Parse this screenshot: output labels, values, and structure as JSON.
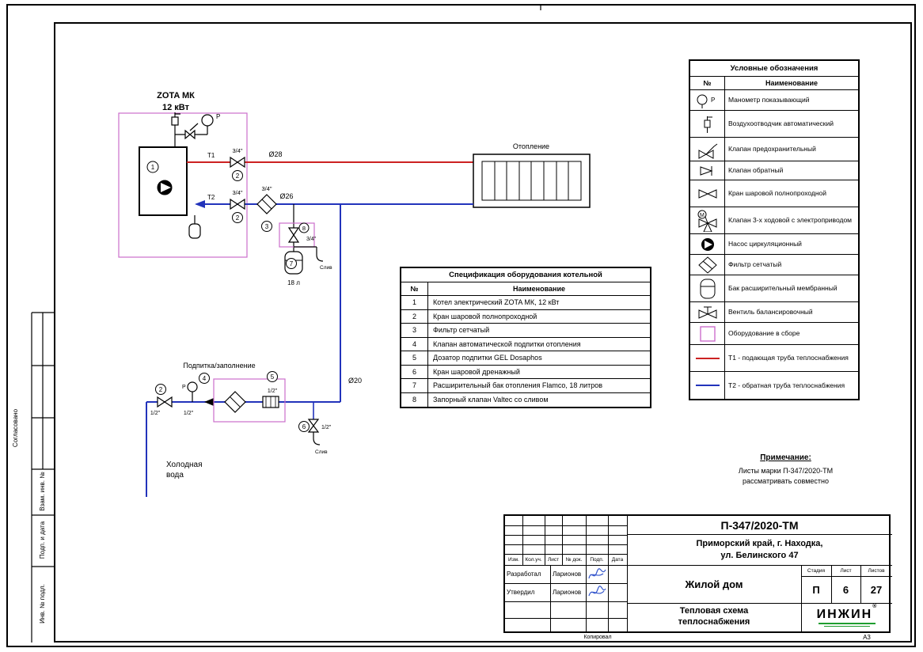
{
  "sidebar": {
    "items": [
      "Согласовано",
      "Взам. инв. №",
      "Подп. и дата",
      "Инв. № подл."
    ]
  },
  "schematic": {
    "boiler_model": "ZOTA МК",
    "boiler_power": "12 кВт",
    "t1": "Т1",
    "t2": "Т2",
    "heating": "Отопление",
    "makeup": "Подпитка/заполнение",
    "cold_water_1": "Холодная",
    "cold_water_2": "вода",
    "tank_volume": "18 л",
    "drain": "Слив",
    "dn28": "Ø28",
    "dn26": "Ø26",
    "dn20": "Ø20",
    "size_34": "3/4\"",
    "size_12": "1/2\"",
    "gauge_letter": "P",
    "callout_1": "1",
    "callout_2": "2",
    "callout_3": "3",
    "callout_4": "4",
    "callout_5": "5",
    "callout_6": "6",
    "callout_7": "7",
    "callout_8": "8"
  },
  "spec_table": {
    "title": "Спецификация оборудования котельной",
    "headers": [
      "№",
      "Наименование"
    ],
    "rows": [
      [
        "1",
        "Котел электрический ZOTA МК, 12 кВт"
      ],
      [
        "2",
        "Кран шаровой полнопроходной"
      ],
      [
        "3",
        "Фильтр сетчатый"
      ],
      [
        "4",
        "Клапан автоматической подпитки отопления"
      ],
      [
        "5",
        "Дозатор подпитки GEL Dosaphos"
      ],
      [
        "6",
        "Кран шаровой дренажный"
      ],
      [
        "7",
        "Расширительный бак отопления Flamco, 18 литров"
      ],
      [
        "8",
        "Запорный клапан Valtec со сливом"
      ]
    ]
  },
  "legend": {
    "title": "Условные обозначения",
    "headers": [
      "№",
      "Наименование"
    ],
    "motor_letter": "M",
    "rows": [
      {
        "symbol": "manometer-icon",
        "label": "Манометр показывающий"
      },
      {
        "symbol": "air-vent-icon",
        "label": "Воздухоотводчик автоматический"
      },
      {
        "symbol": "safety-valve-icon",
        "label": "Клапан предохранительный"
      },
      {
        "symbol": "check-valve-icon",
        "label": "Клапан обратный"
      },
      {
        "symbol": "ball-valve-icon",
        "label": "Кран шаровой полнопроходной"
      },
      {
        "symbol": "three-way-valve-icon",
        "label": "Клапан 3-х ходовой с электроприводом"
      },
      {
        "symbol": "pump-icon",
        "label": "Насос циркуляционный"
      },
      {
        "symbol": "strainer-icon",
        "label": "Фильтр сетчатый"
      },
      {
        "symbol": "expansion-tank-icon",
        "label": "Бак расширительный мембранный"
      },
      {
        "symbol": "balancing-valve-icon",
        "label": "Вентиль балансировочный"
      },
      {
        "symbol": "assembly-icon",
        "label": "Оборудование в сборе"
      },
      {
        "symbol": "t1-line-icon",
        "label": "Т1 - подающая труба теплоснабжения"
      },
      {
        "symbol": "t2-line-icon",
        "label": "Т2 - обратная труба теплоснабжения"
      }
    ]
  },
  "note": {
    "title": "Примечание:",
    "line1": "Листы марки П-347/2020-ТМ",
    "line2": "рассматривать совместно"
  },
  "title_block": {
    "doc_number": "П-347/2020-ТМ",
    "address_line1": "Приморский край, г. Находка,",
    "address_line2": "ул. Белинского 47",
    "col_headers": [
      "Изм.",
      "Кол.уч.",
      "Лист",
      "№ док.",
      "Подп.",
      "Дата"
    ],
    "row1_role": "Разработал",
    "row1_name": "Ларионов",
    "row2_role": "Утвердил",
    "row2_name": "Ларионов",
    "object_name": "Жилой дом",
    "stage_label": "Стадия",
    "sheet_label": "Лист",
    "sheets_label": "Листов",
    "stage": "П",
    "sheet": "6",
    "sheets": "27",
    "drawing_name_line1": "Тепловая схема",
    "drawing_name_line2": "теплоснабжения",
    "company": "ИНЖИН",
    "reg_mark": "®",
    "copied_label": "Копировал",
    "format_label": "А3"
  },
  "colors": {
    "t1_red": "#cc2222",
    "t2_blue": "#2233bb",
    "assembly_magenta": "#cc6ecc",
    "signature_blue": "#3355cc",
    "logo_green": "#1f9d2f"
  }
}
